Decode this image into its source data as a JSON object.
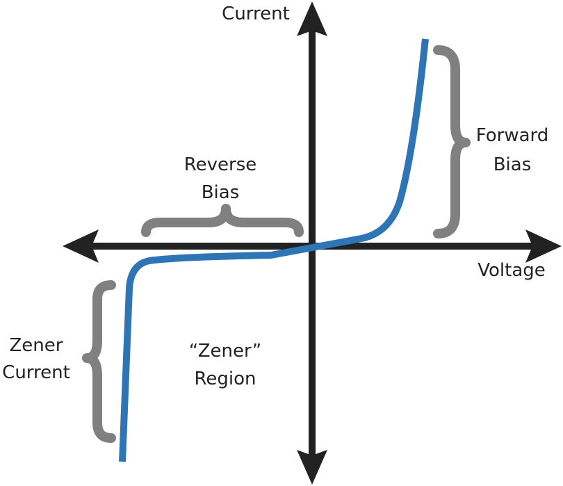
{
  "diagram": {
    "title": "Zener diode I-V characteristic",
    "axes": {
      "y_label": "Current",
      "x_label": "Voltage"
    },
    "annotations": {
      "forward_bias": [
        "Forward",
        "Bias"
      ],
      "reverse_bias": [
        "Reverse",
        "Bias"
      ],
      "zener_current": [
        "Zener",
        "Current"
      ],
      "zener_region": [
        "“Zener”",
        "Region"
      ]
    },
    "colors": {
      "axis": "#222222",
      "curve": "#2e75b6",
      "brace": "#808080",
      "text": "#222222"
    }
  }
}
